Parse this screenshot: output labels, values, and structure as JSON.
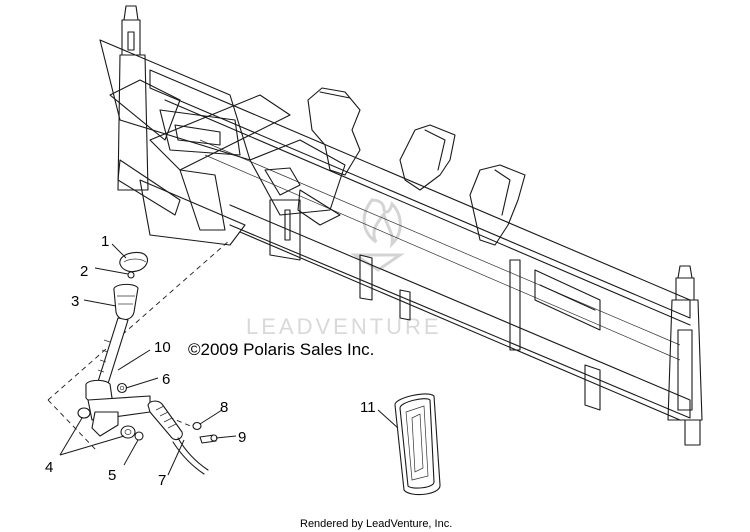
{
  "diagram": {
    "copyright": "©2009 Polaris Sales Inc.",
    "watermark": "LEADVENTURE",
    "footer": "Rendered by LeadVenture, Inc.",
    "callouts": {
      "c1": "1",
      "c2": "2",
      "c3": "3",
      "c4": "4",
      "c5": "5",
      "c6": "6",
      "c7": "7",
      "c8": "8",
      "c9": "9",
      "c10": "10",
      "c11": "11"
    }
  }
}
